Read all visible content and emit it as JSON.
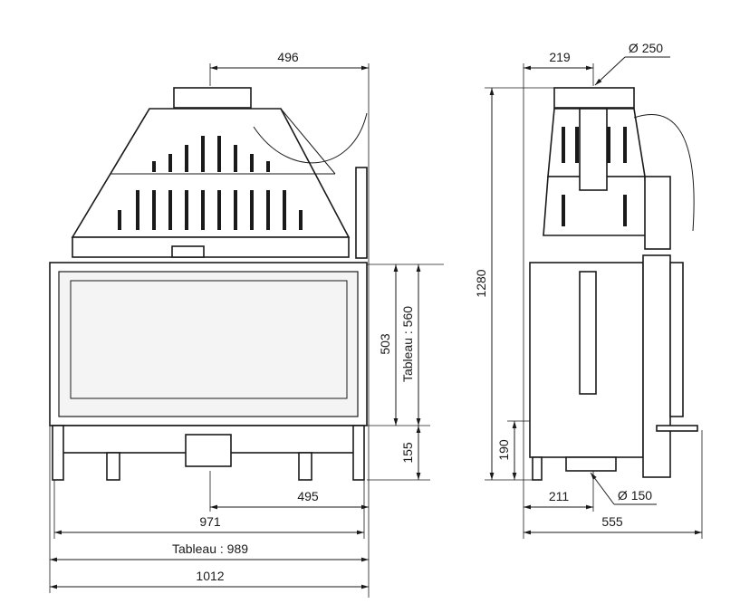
{
  "front_view": {
    "width_total": "1012",
    "tableau_width": "Tableau : 989",
    "width_inner": "971",
    "flue_offset": "496",
    "bottom_outlet_offset": "495",
    "glass_height": "503",
    "tableau_height": "Tableau : 560",
    "base_height": "155"
  },
  "side_view": {
    "flue_offset": "219",
    "flue_diameter": "Ø 250",
    "total_height": "1280",
    "base_height": "190",
    "air_inlet_offset": "211",
    "air_inlet_diameter": "Ø 150",
    "depth": "555"
  }
}
